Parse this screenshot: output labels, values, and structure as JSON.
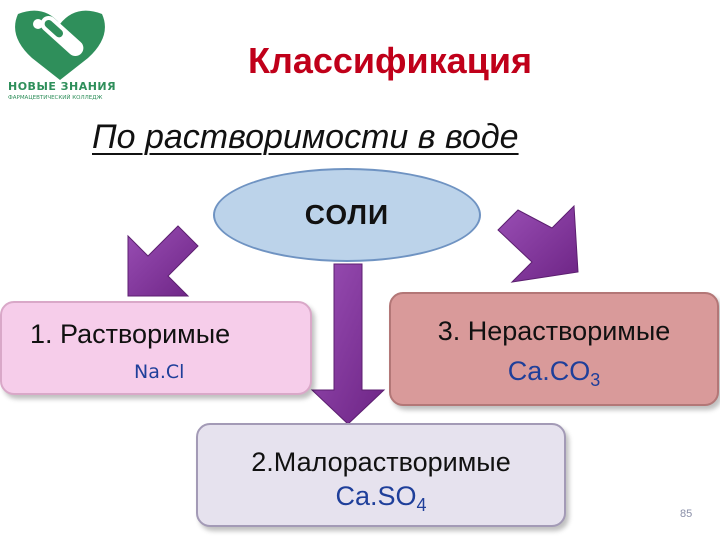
{
  "logo": {
    "name": "НОВЫЕ ЗНАНИЯ",
    "tagline": "ФАРМАЦЕВТИЧЕСКИЙ КОЛЛЕДЖ"
  },
  "title": "Классификация",
  "subtitle": "По растворимости в воде",
  "center": {
    "label": "СОЛИ"
  },
  "nodes": {
    "soluble": {
      "label": "1. Растворимые",
      "formula": "Na.Cl"
    },
    "insoluble": {
      "label": "3. Нерастворимые",
      "formula_base": "Ca.CO",
      "formula_sub": "3"
    },
    "slightly_soluble": {
      "label": "2.Малорастворимые",
      "formula_base": "Ca.SO",
      "formula_sub": "4"
    }
  },
  "page_number": "85",
  "colors": {
    "title": "#c0001a",
    "ellipse_fill": "#bcd3ea",
    "soluble_box": "#f6cdea",
    "insoluble_box": "#d99a9a",
    "slightly_soluble_box": "#e6e2ee",
    "arrow_fill": "#8b3aa6",
    "formula": "#1f3f9a",
    "logo_green": "#2f8f5b"
  }
}
